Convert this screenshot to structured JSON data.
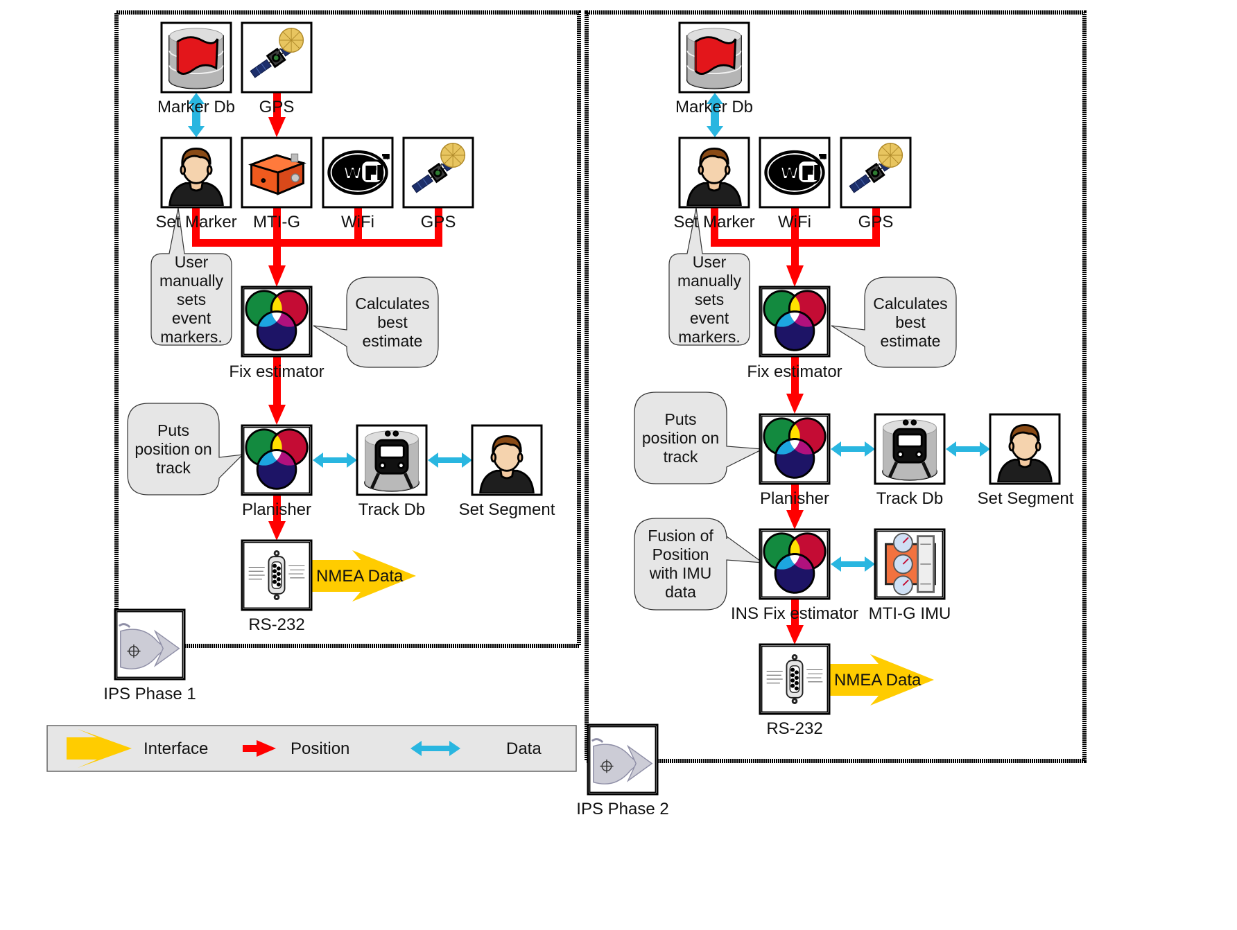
{
  "phase1": {
    "caption": "IPS Phase 1",
    "nodes": {
      "marker_db": "Marker Db",
      "gps_top": "GPS",
      "set_marker": "Set Marker",
      "mti_g": "MTI-G",
      "wifi": "WiFi",
      "gps": "GPS",
      "fix_estimator": "Fix estimator",
      "planisher": "Planisher",
      "track_db": "Track Db",
      "set_segment": "Set Segment",
      "rs232": "RS-232"
    },
    "bubbles": {
      "user_markers": "User\nmanually\nsets\nevent\nmarkers.",
      "best_estimate": "Calculates\nbest\nestimate",
      "puts_on_track": "Puts\nposition on\ntrack"
    },
    "output": "NMEA Data"
  },
  "phase2": {
    "caption": "IPS Phase 2",
    "nodes": {
      "marker_db": "Marker Db",
      "set_marker": "Set Marker",
      "wifi": "WiFi",
      "gps": "GPS",
      "fix_estimator": "Fix estimator",
      "planisher": "Planisher",
      "track_db": "Track Db",
      "set_segment": "Set Segment",
      "ins_fix_estimator": "INS Fix estimator",
      "mti_g_imu": "MTI-G IMU",
      "rs232": "RS-232"
    },
    "bubbles": {
      "user_markers": "User\nmanually\nsets\nevent\nmarkers.",
      "best_estimate": "Calculates\nbest\nestimate",
      "puts_on_track": "Puts\nposition on\ntrack",
      "fusion": "Fusion of\nPosition\nwith IMU\ndata"
    },
    "output": "NMEA Data"
  },
  "legend": {
    "interface": "Interface",
    "position": "Position",
    "data": "Data"
  },
  "colors": {
    "position_arrow": "#ff0000",
    "data_arrow": "#29b6e0",
    "interface_arrow": "#ffcc00",
    "bubble_fill": "#e6e6e6",
    "legend_fill": "#e6e6e6"
  },
  "icons": {
    "marker_db": "database-flag-icon",
    "gps": "satellite-icon",
    "set_marker": "user-icon",
    "mti_g": "sensor-box-icon",
    "wifi": "wifi-logo-icon",
    "estimator": "venn-rgb-icon",
    "track_db": "database-train-icon",
    "rs232": "serial-port-icon",
    "mti_g_imu": "imu-gauges-icon",
    "phase_logo": "ips-logo-icon"
  }
}
